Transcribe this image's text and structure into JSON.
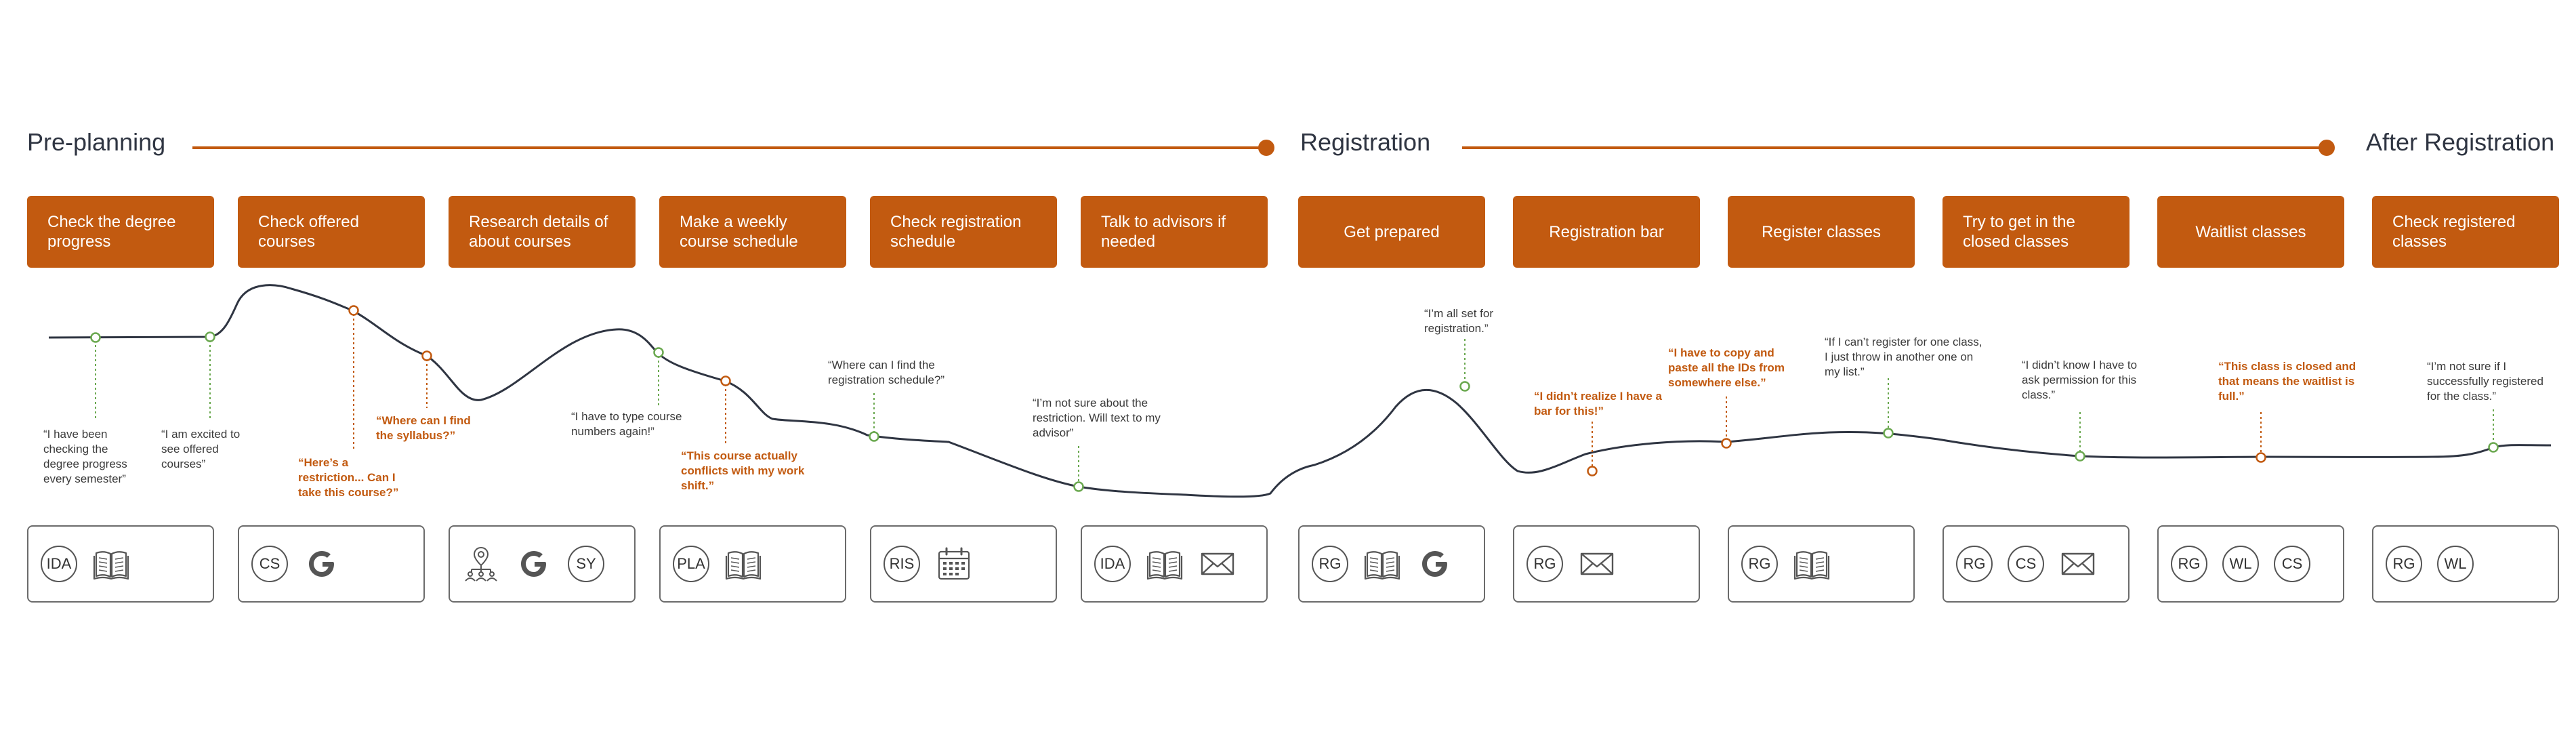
{
  "phases": [
    {
      "title": "Pre-planning"
    },
    {
      "title": "Registration"
    },
    {
      "title": "After Registration"
    }
  ],
  "steps": [
    {
      "label": "Check the degree progress"
    },
    {
      "label": "Check offered courses"
    },
    {
      "label": "Research details of about courses"
    },
    {
      "label": "Make a weekly course schedule"
    },
    {
      "label": "Check registration schedule"
    },
    {
      "label": "Talk to advisors if needed"
    },
    {
      "label": "Get prepared"
    },
    {
      "label": "Registration bar"
    },
    {
      "label": "Register classes"
    },
    {
      "label": "Try to get in the closed classes"
    },
    {
      "label": "Waitlist classes"
    },
    {
      "label": "Check registered classes"
    }
  ],
  "quotes": [
    {
      "text": "“I have been checking the degree progress every semester”",
      "sentiment": "positive"
    },
    {
      "text": "“I am excited to see offered courses”",
      "sentiment": "positive"
    },
    {
      "text": "“Here’s a restriction... Can I take this course?”",
      "sentiment": "negative"
    },
    {
      "text": "“Where can I find the syllabus?”",
      "sentiment": "negative"
    },
    {
      "text": "“I have to type course numbers again!”",
      "sentiment": "positive"
    },
    {
      "text": "“This course actually conflicts with my work shift.”",
      "sentiment": "negative"
    },
    {
      "text": "“Where can I find the registration schedule?”",
      "sentiment": "positive"
    },
    {
      "text": "“I’m not sure about the restriction. Will text to my advisor”",
      "sentiment": "positive"
    },
    {
      "text": "“I’m all set for registration.”",
      "sentiment": "positive"
    },
    {
      "text": "“I didn’t realize I have a bar for this!”",
      "sentiment": "negative"
    },
    {
      "text": "“I have to copy and paste all the IDs from somewhere else.”",
      "sentiment": "negative"
    },
    {
      "text": "“If I can’t register for one class, I just throw in another one on my list.”",
      "sentiment": "positive"
    },
    {
      "text": "“I didn’t know I have to ask permission for this class.”",
      "sentiment": "positive"
    },
    {
      "text": "“This class is closed and that means the waitlist is full.”",
      "sentiment": "negative"
    },
    {
      "text": "“I’m not sure if I successfully registered for the class.”",
      "sentiment": "positive"
    }
  ],
  "tools": [
    {
      "items": [
        {
          "kind": "badge",
          "text": "IDA"
        },
        {
          "kind": "icon",
          "icon": "book-icon"
        }
      ]
    },
    {
      "items": [
        {
          "kind": "badge",
          "text": "CS"
        },
        {
          "kind": "icon",
          "icon": "google-icon"
        }
      ]
    },
    {
      "items": [
        {
          "kind": "icon",
          "icon": "people-location-icon"
        },
        {
          "kind": "icon",
          "icon": "google-icon"
        },
        {
          "kind": "badge",
          "text": "SY"
        }
      ]
    },
    {
      "items": [
        {
          "kind": "badge",
          "text": "PLA"
        },
        {
          "kind": "icon",
          "icon": "book-icon"
        }
      ]
    },
    {
      "items": [
        {
          "kind": "badge",
          "text": "RIS"
        },
        {
          "kind": "icon",
          "icon": "calendar-icon"
        }
      ]
    },
    {
      "items": [
        {
          "kind": "badge",
          "text": "IDA"
        },
        {
          "kind": "icon",
          "icon": "book-icon"
        },
        {
          "kind": "icon",
          "icon": "mail-icon"
        }
      ]
    },
    {
      "items": [
        {
          "kind": "badge",
          "text": "RG"
        },
        {
          "kind": "icon",
          "icon": "book-icon"
        },
        {
          "kind": "icon",
          "icon": "google-icon"
        }
      ]
    },
    {
      "items": [
        {
          "kind": "badge",
          "text": "RG"
        },
        {
          "kind": "icon",
          "icon": "mail-icon"
        }
      ]
    },
    {
      "items": [
        {
          "kind": "badge",
          "text": "RG"
        },
        {
          "kind": "icon",
          "icon": "book-icon"
        }
      ]
    },
    {
      "items": [
        {
          "kind": "badge",
          "text": "RG"
        },
        {
          "kind": "badge",
          "text": "CS"
        },
        {
          "kind": "icon",
          "icon": "mail-icon"
        }
      ]
    },
    {
      "items": [
        {
          "kind": "badge",
          "text": "RG"
        },
        {
          "kind": "badge",
          "text": "WL"
        },
        {
          "kind": "badge",
          "text": "CS"
        }
      ]
    },
    {
      "items": [
        {
          "kind": "badge",
          "text": "RG"
        },
        {
          "kind": "badge",
          "text": "WL"
        }
      ]
    }
  ],
  "colors": {
    "accent": "#c25a10",
    "positive_marker": "#6aa84f",
    "negative_marker": "#c25a10",
    "curve": "#2f3542"
  }
}
